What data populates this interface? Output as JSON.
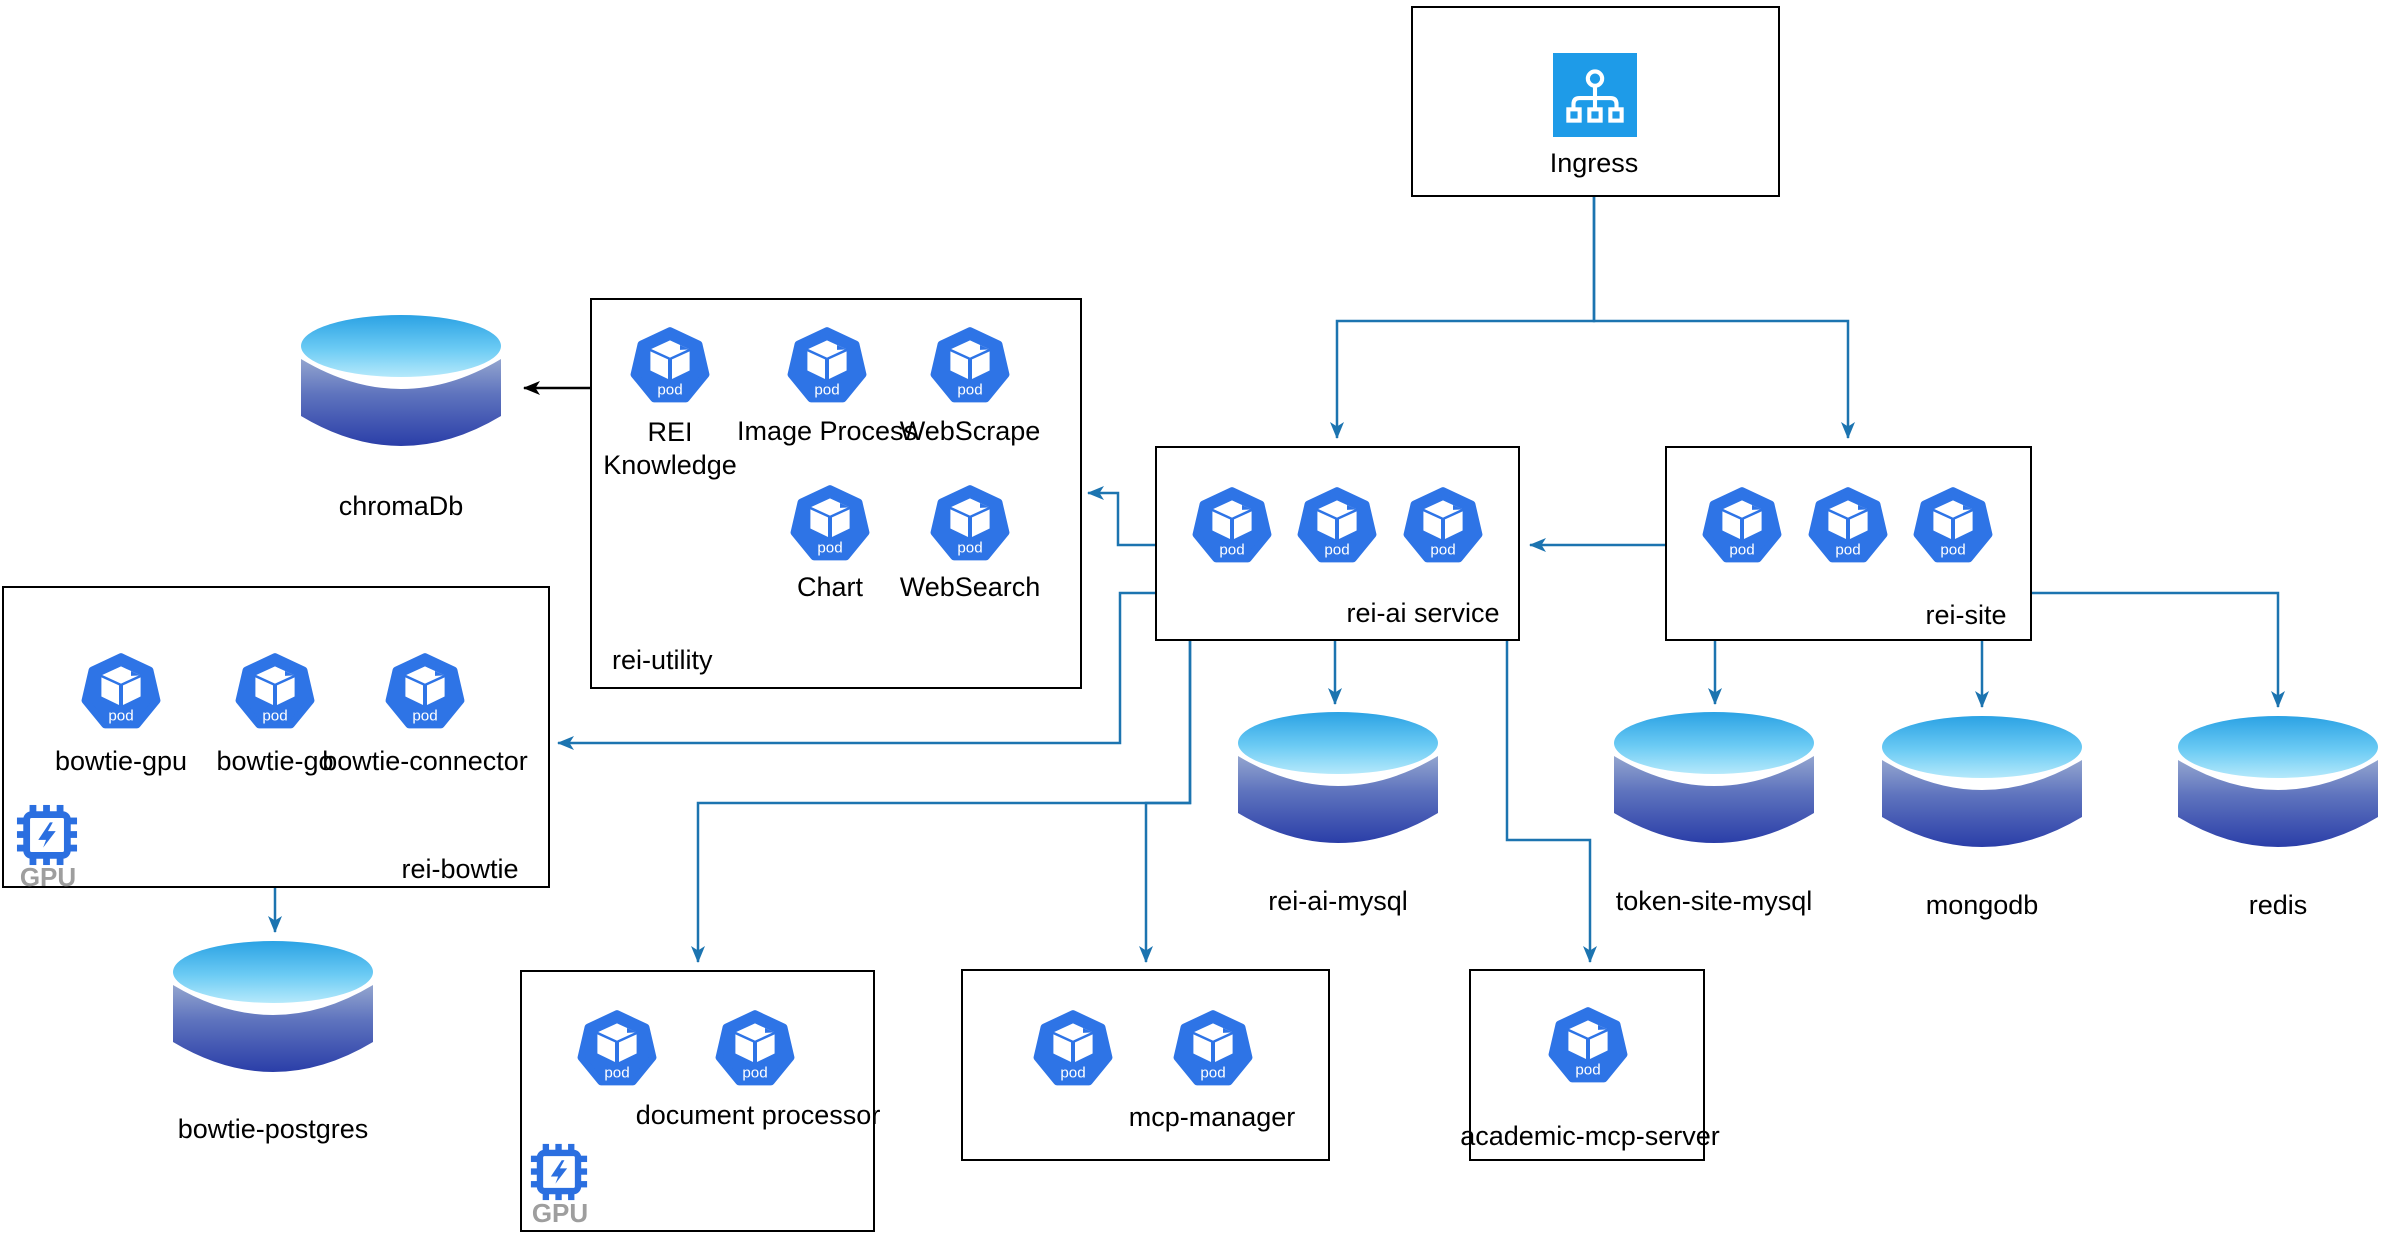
{
  "colors": {
    "connector": "#1C74B0",
    "black_connector": "#000000",
    "pod_blue": "#2E74E6",
    "ingress_blue": "#1E9BE8",
    "gpu_blue": "#2B6FE0",
    "gpu_text_gray": "#9E9E9E",
    "box_border": "#000000",
    "cylinder_cap_top": "#2BA2E4",
    "cylinder_cap_bottom": "#B5E9FB",
    "cylinder_body_top": "#93A5CF",
    "cylinder_body_bottom": "#2B3EA8"
  },
  "labels": {
    "pod": "pod",
    "gpu": "GPU"
  },
  "nodes": {
    "ingress": "Ingress",
    "rei_utility": "rei-utility",
    "chromadb": "chromaDb",
    "rei_ai_service": "rei-ai service",
    "rei_site": "rei-site",
    "rei_bowtie": "rei-bowtie",
    "rei_ai_mysql": "rei-ai-mysql",
    "token_site_mysql": "token-site-mysql",
    "mongodb": "mongodb",
    "redis": "redis",
    "bowtie_postgres": "bowtie-postgres",
    "document_processor": "document processor",
    "mcp_manager": "mcp-manager",
    "academic_mcp_server": "academic-mcp-server"
  },
  "pods": {
    "rei_knowledge": "REI Knowledge",
    "image_process": "Image Process",
    "webscrape": "WebScrape",
    "chart": "Chart",
    "websearch": "WebSearch",
    "bowtie_gpu": "bowtie-gpu",
    "bowtie_go": "bowtie-go",
    "bowtie_connector": "bowtie-connector"
  }
}
